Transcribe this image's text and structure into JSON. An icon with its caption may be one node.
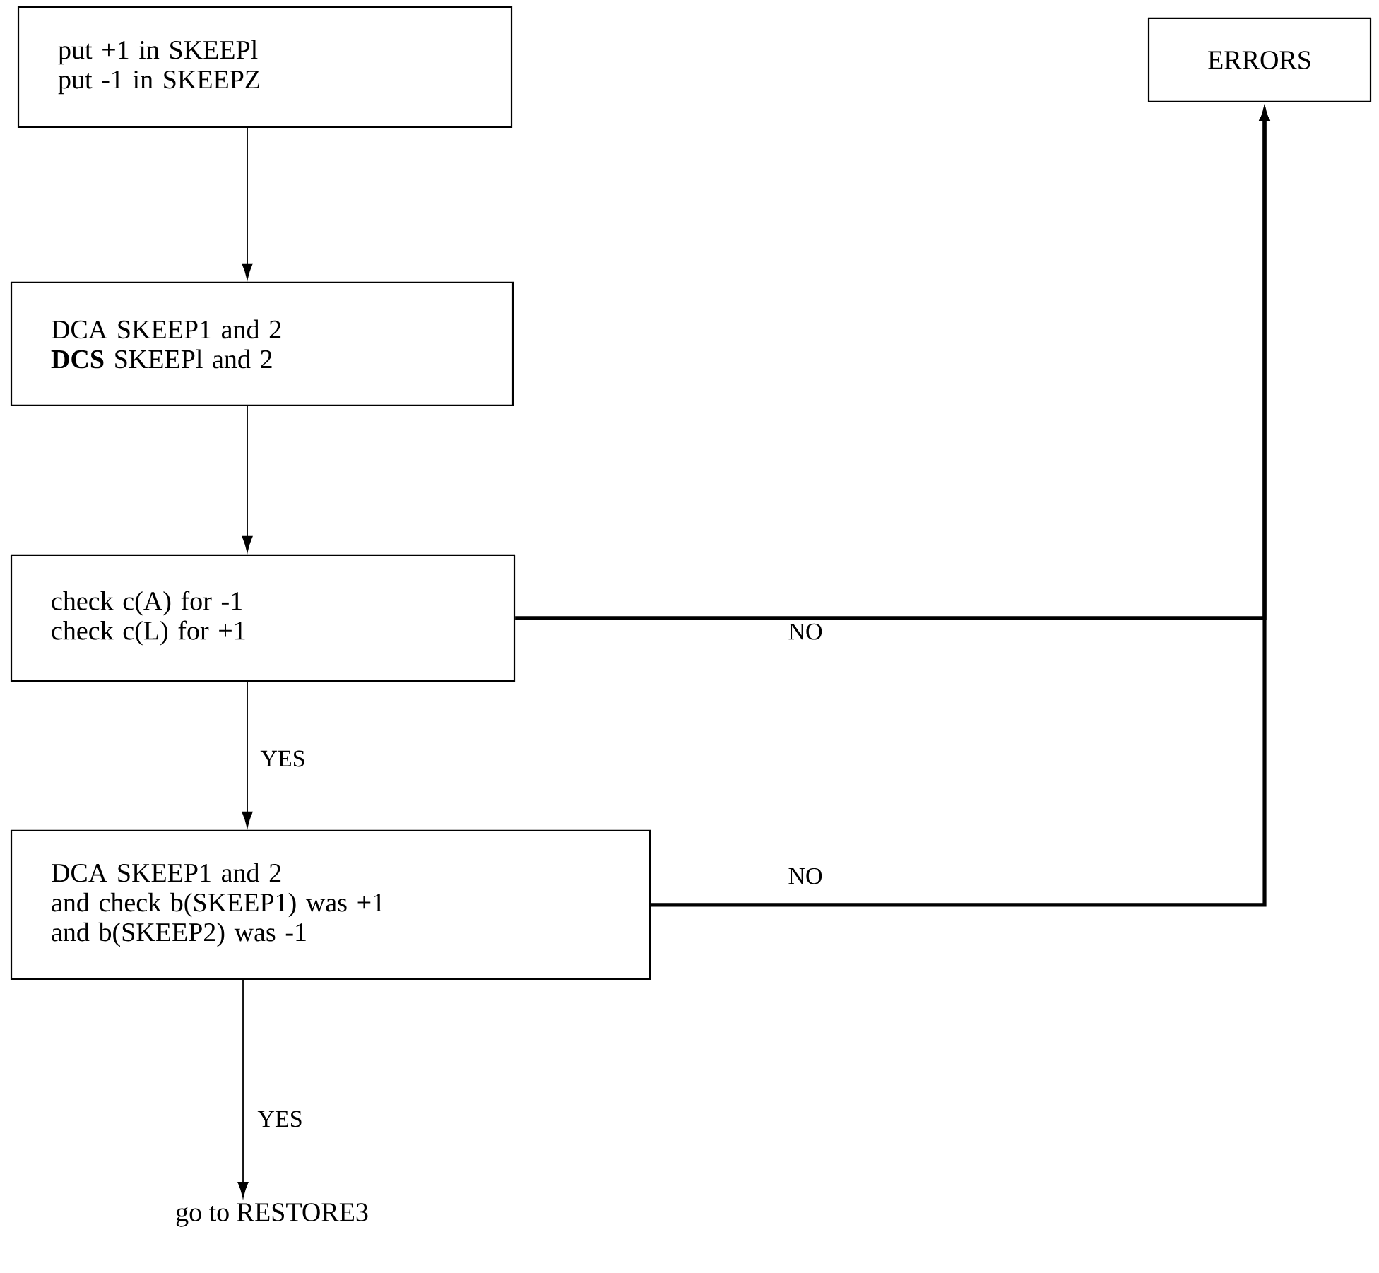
{
  "diagram": {
    "nodes": [
      {
        "text": [
          "put +1 in SKEEPl",
          "put -1 in SKEEPZ"
        ]
      },
      {
        "text": [
          "DCA SKEEP1 and 2",
          "**DCS** SKEEPl and 2"
        ]
      },
      {
        "text": [
          "check c(A) for -1",
          "check c(L) for +1"
        ]
      },
      {
        "text": [
          "DCA SKEEP1 and 2",
          "and check b(SKEEP1) was +1",
          "and b(SKEEP2) was -1"
        ]
      },
      {
        "text": [
          "ERRORS"
        ]
      },
      {
        "text": [
          "go to RESTORE3"
        ]
      }
    ],
    "edges": [
      {
        "from": 0,
        "to": 1,
        "arrow": "to"
      },
      {
        "from": 1,
        "to": 2,
        "arrow": "to"
      },
      {
        "from": 2,
        "to": 3,
        "arrow": "to",
        "label": "YES"
      },
      {
        "from": 2,
        "to": 4,
        "arrow": "to",
        "label": "NO",
        "style": "thick"
      },
      {
        "from": 3,
        "to": 4,
        "arrow": "to",
        "label": "NO",
        "style": "thick"
      },
      {
        "from": 3,
        "to": 5,
        "arrow": "to",
        "label": "YES"
      }
    ]
  }
}
